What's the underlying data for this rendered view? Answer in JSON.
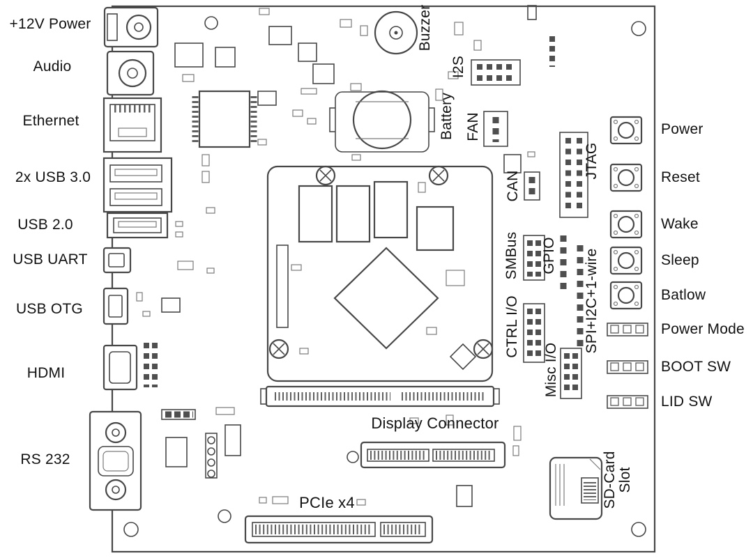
{
  "labels": {
    "left": [
      "+12V Power",
      "Audio",
      "Ethernet",
      "2x USB 3.0",
      "USB 2.0",
      "USB UART",
      "USB OTG",
      "HDMI",
      "RS 232"
    ],
    "right": [
      "Power",
      "Reset",
      "Wake",
      "Sleep",
      "Batlow",
      "Power Mode",
      "BOOT SW",
      "LID SW"
    ],
    "rotated": [
      "Buzzer",
      "I2S",
      "Battery",
      "FAN",
      "CAN",
      "JTAG",
      "SMBus",
      "GPIO",
      "SPI+I2C+1-wire",
      "CTRL I/O",
      "Misc I/O",
      "SD-Card Slot"
    ],
    "bottom": [
      "Display Connector",
      "PCIe x4"
    ]
  },
  "colors": {
    "line": "#474747",
    "text": "#111111",
    "background": "#ffffff"
  }
}
